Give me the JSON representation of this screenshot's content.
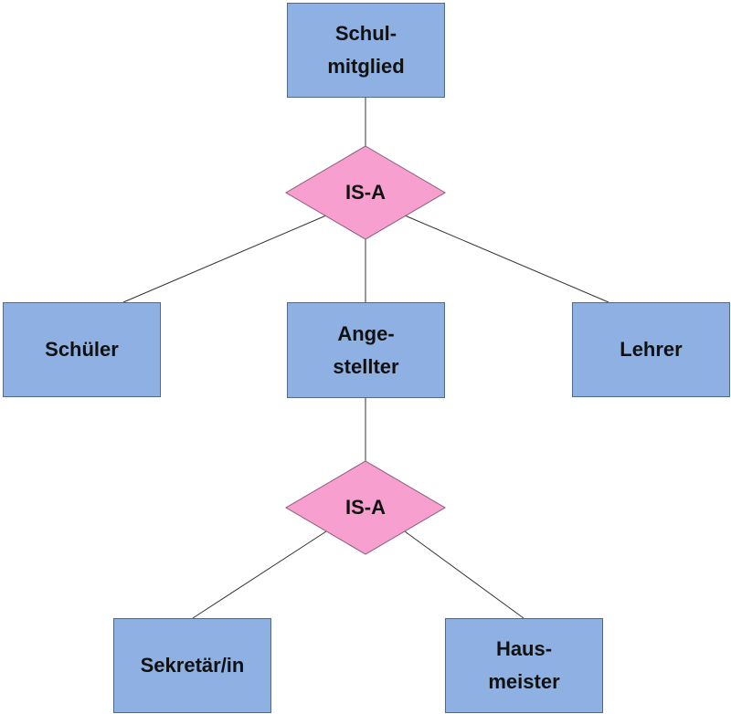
{
  "entities": {
    "schulmitglied": "Schul-\nmitglied",
    "schueler": "Schüler",
    "angestellter": "Ange-\nstellter",
    "lehrer": "Lehrer",
    "sekretaer": "Sekretär/in",
    "hausmeister": "Haus-\nmeister"
  },
  "relations": {
    "isa_top": "IS-A",
    "isa_bottom": "IS-A"
  },
  "colors": {
    "entity_fill": "#8eb0e2",
    "relation_fill": "#f79fce"
  }
}
